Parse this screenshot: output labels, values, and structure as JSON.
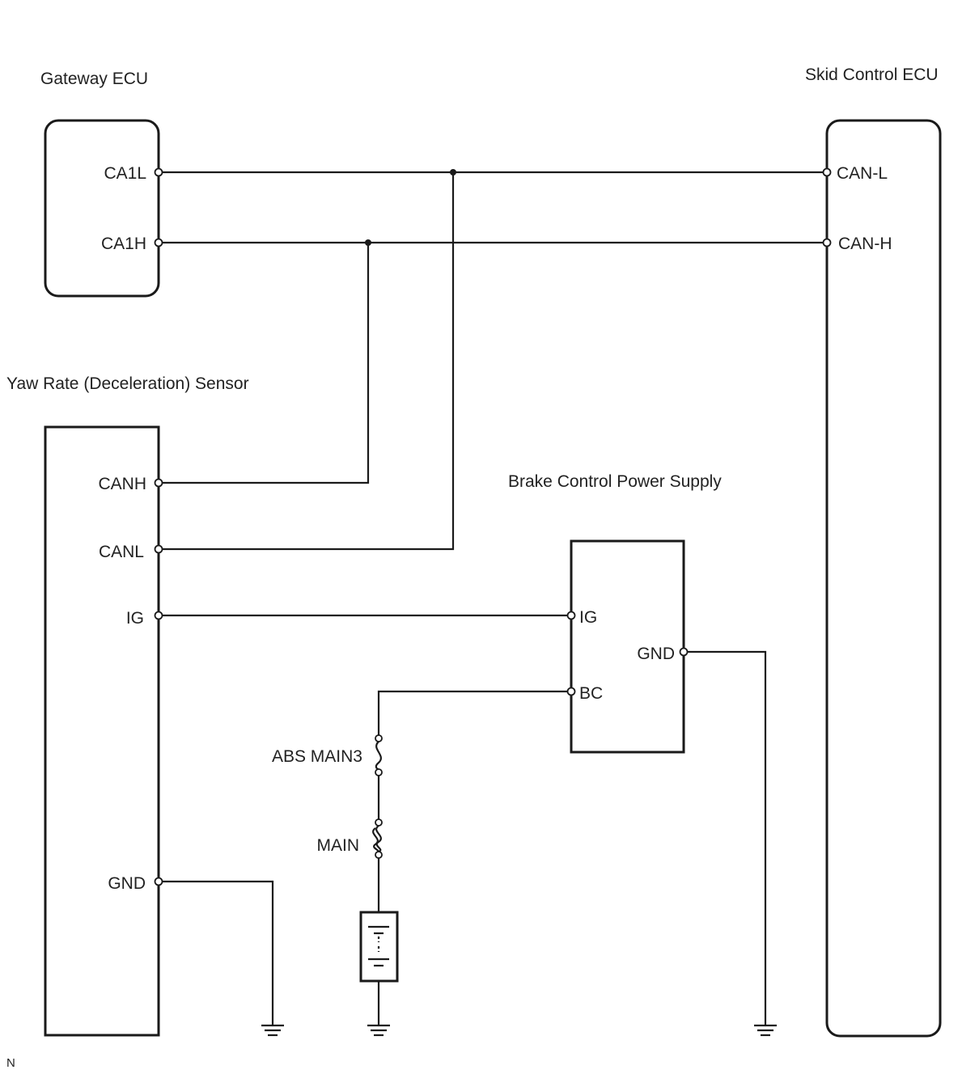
{
  "components": {
    "gateway_ecu": {
      "title": "Gateway ECU",
      "pins": [
        "CA1L",
        "CA1H"
      ]
    },
    "skid_control_ecu": {
      "title": "Skid Control ECU",
      "pins": [
        "CAN-L",
        "CAN-H"
      ]
    },
    "yaw_rate_sensor": {
      "title": "Yaw Rate (Deceleration) Sensor",
      "pins": [
        "CANH",
        "CANL",
        "IG",
        "GND"
      ]
    },
    "brake_control_power_supply": {
      "title": "Brake Control Power Supply",
      "pins": [
        "IG",
        "GND",
        "BC"
      ]
    }
  },
  "fuses": [
    "ABS MAIN3",
    "MAIN"
  ],
  "footer_mark": "N"
}
